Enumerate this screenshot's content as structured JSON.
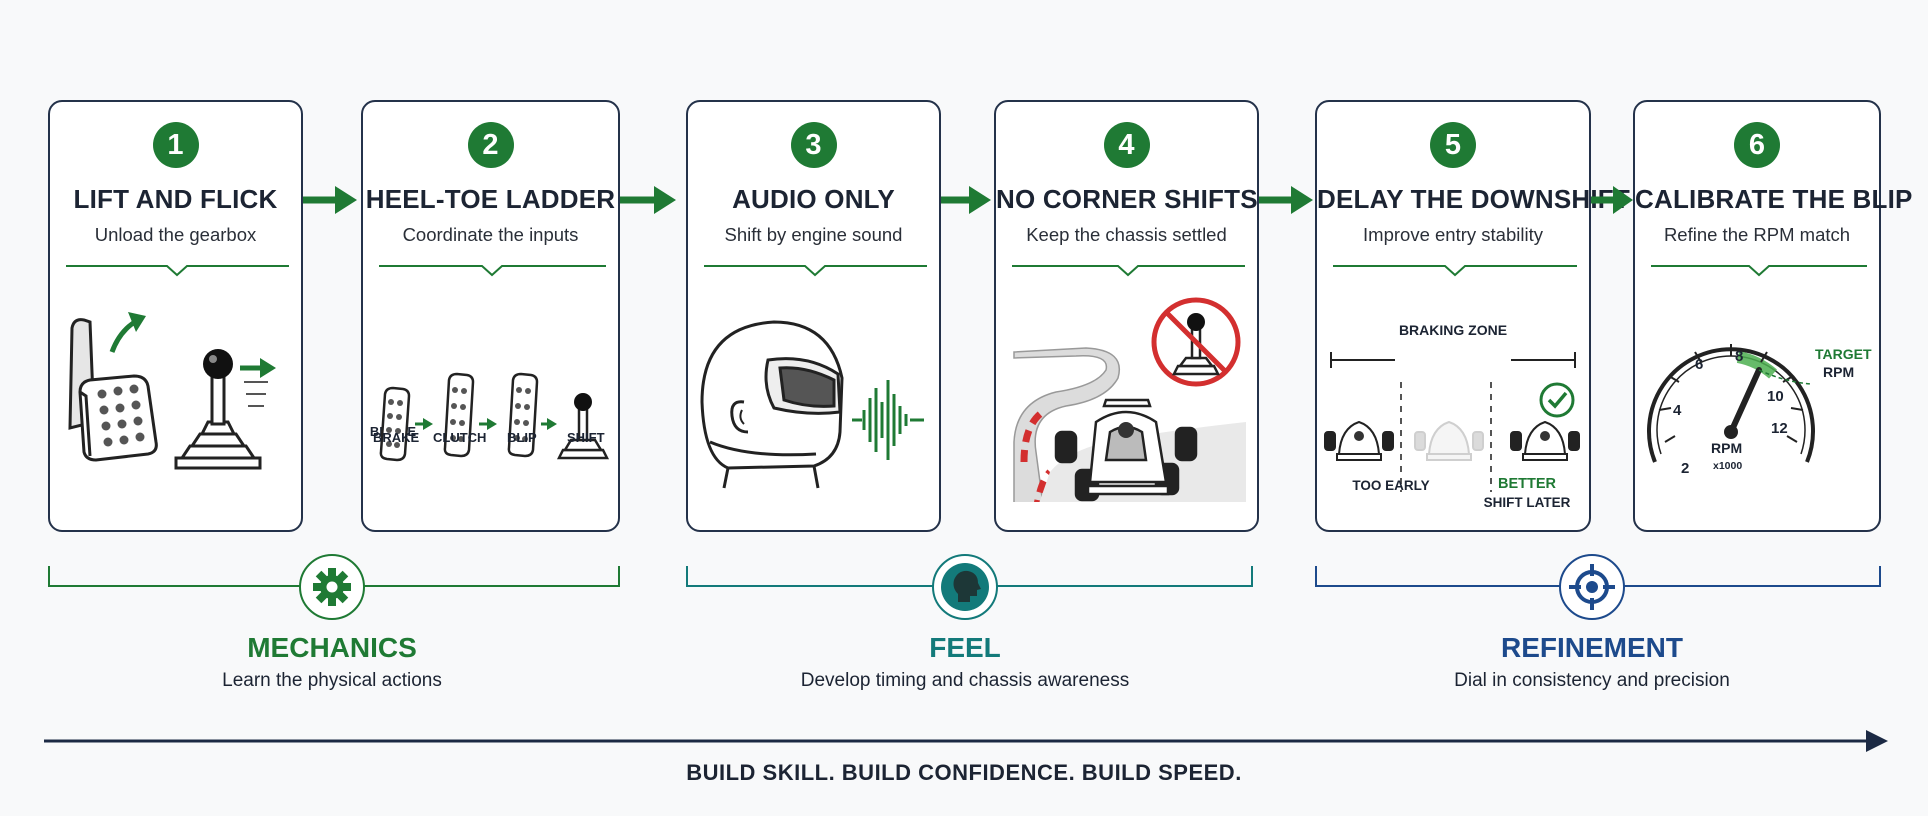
{
  "steps": [
    {
      "num": "1",
      "title": "LIFT AND FLICK",
      "subtitle": "Unload the gearbox"
    },
    {
      "num": "2",
      "title": "HEEL-TOE LADDER",
      "subtitle": "Coordinate the inputs",
      "labels": [
        "BRAKE",
        "CLUTCH",
        "BLIP",
        "SHIFT"
      ]
    },
    {
      "num": "3",
      "title": "AUDIO ONLY",
      "subtitle": "Shift by engine sound"
    },
    {
      "num": "4",
      "title": "NO CORNER SHIFTS",
      "subtitle": "Keep the chassis settled"
    },
    {
      "num": "5",
      "title": "DELAY THE DOWNSHIFT",
      "subtitle": "Improve entry stability",
      "zone_label": "BRAKING ZONE",
      "early_label": "TOO EARLY",
      "better_label": "BETTER",
      "later_label": "SHIFT LATER"
    },
    {
      "num": "6",
      "title": "CALIBRATE THE BLIP",
      "subtitle": "Refine the RPM match",
      "gauge_ticks": [
        "2",
        "4",
        "6",
        "8",
        "10",
        "12"
      ],
      "gauge_label": "RPM",
      "gauge_unit": "x1000",
      "target_label": "TARGET",
      "target_unit": "RPM"
    }
  ],
  "phases": [
    {
      "title": "MECHANICS",
      "subtitle": "Learn the physical actions",
      "icon": "gear-icon",
      "color": "#1f7a34"
    },
    {
      "title": "FEEL",
      "subtitle": "Develop timing and chassis awareness",
      "icon": "head-profile-icon",
      "color": "#137a7a"
    },
    {
      "title": "REFINEMENT",
      "subtitle": "Dial in consistency and precision",
      "icon": "target-icon",
      "color": "#1d4a8c"
    }
  ],
  "footer": "BUILD SKILL. BUILD CONFIDENCE. BUILD SPEED.",
  "colors": {
    "green": "#1f7a34",
    "teal": "#137a7a",
    "navy": "#1d4a8c",
    "ink": "#24324a",
    "red": "#d32f2f"
  }
}
